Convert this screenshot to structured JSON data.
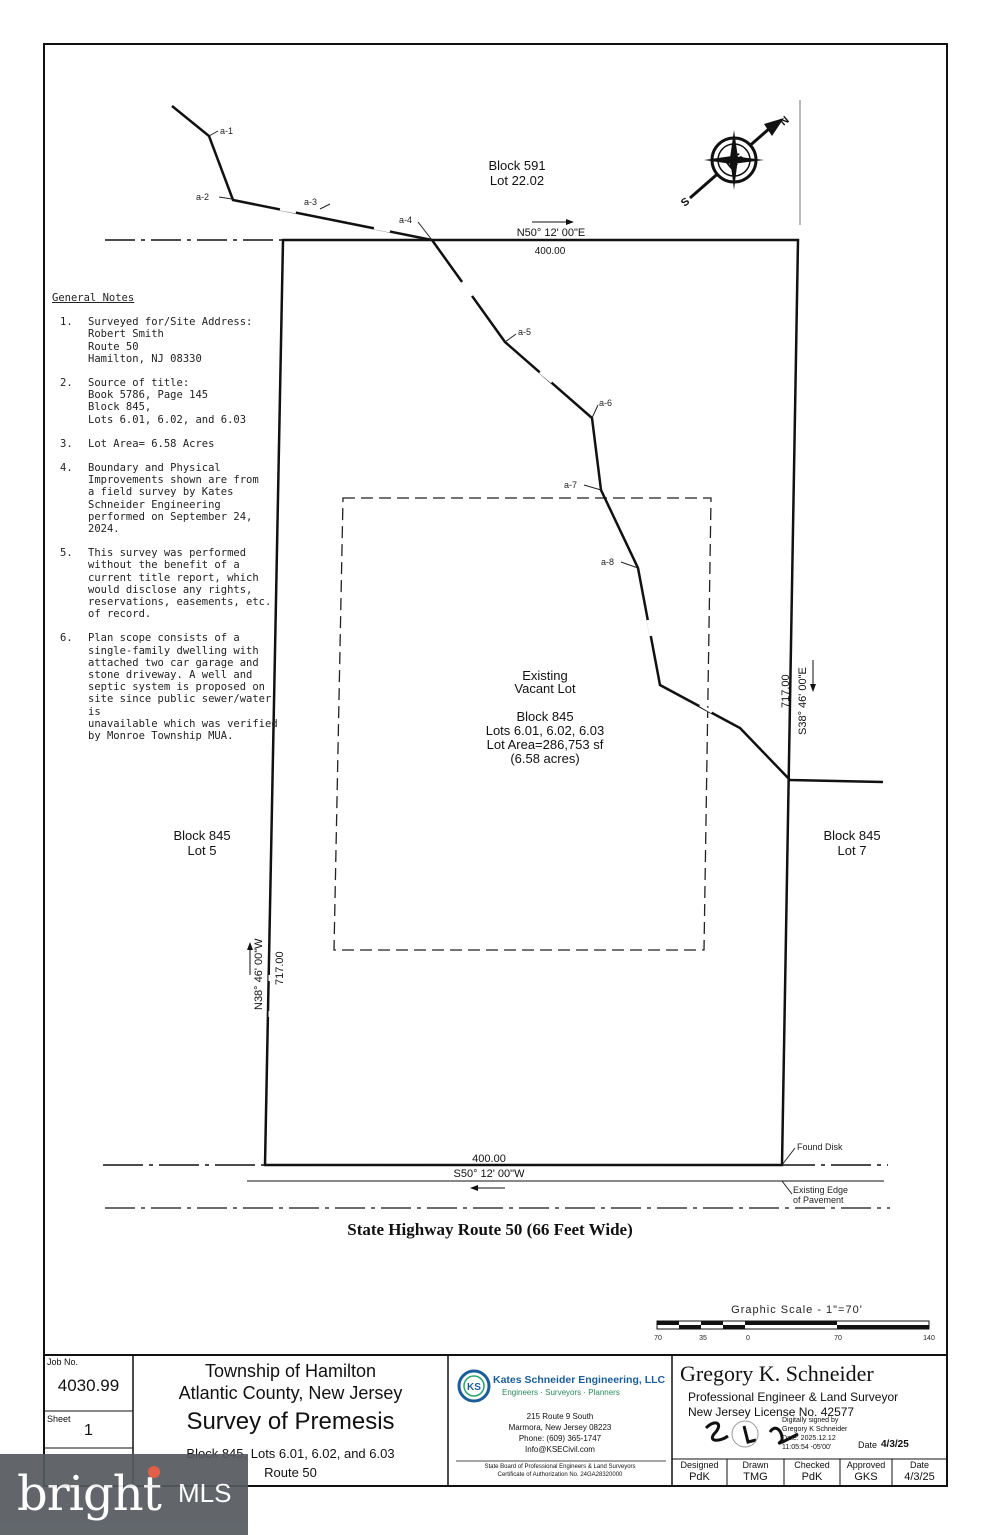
{
  "plan": {
    "block_north": "Block 591",
    "lot_north": "Lot 22.02",
    "bearing_north": "N50° 12' 00\"E",
    "dist_north": "400.00",
    "bearing_south": "S50° 12' 00\"W",
    "dist_south": "400.00",
    "bearing_east": "S38° 46' 00\"E",
    "dist_east": "717.00",
    "bearing_west": "N38° 46' 00\"W",
    "dist_west": "717.00",
    "block_west": "Block 845",
    "lot_west": "Lot 5",
    "block_east": "Block 845",
    "lot_east": "Lot 7",
    "center_line1": "Existing",
    "center_line2": "Vacant Lot",
    "center_line3": "Block 845",
    "center_line4": "Lots 6.01, 6.02, 6.03",
    "center_line5": "Lot Area=286,753 sf",
    "center_line6": "(6.58 acres)",
    "found_disk": "Found Disk",
    "edge_pavement_1": "Existing Edge",
    "edge_pavement_2": "of Pavement",
    "road_label": "State Highway Route 50 (66 Feet Wide)",
    "stream_labels": [
      "a-1",
      "a-2",
      "a-3",
      "a-4",
      "a-5",
      "a-6",
      "a-7",
      "a-8"
    ],
    "north_arrow_letter": "N",
    "south_arrow_letter": "S",
    "compass_logo": "KS",
    "scale_title": "Graphic Scale - 1\"=70'",
    "scale_ticks": [
      "70",
      "35",
      "0",
      "70",
      "140"
    ]
  },
  "notes": {
    "heading": "General Notes",
    "items": [
      {
        "num": "1.",
        "text": "Surveyed for/Site Address:\n    Robert Smith\n    Route 50\n    Hamilton, NJ 08330"
      },
      {
        "num": "2.",
        "text": "Source of title:\n    Book 5786, Page 145\n    Block 845,\n    Lots 6.01, 6.02, and 6.03"
      },
      {
        "num": "3.",
        "text": "Lot Area= 6.58 Acres"
      },
      {
        "num": "4.",
        "text": "Boundary and Physical\nImprovements shown are from\na field survey by Kates\nSchneider Engineering\nperformed on September 24,\n2024."
      },
      {
        "num": "5.",
        "text": "This survey was performed\nwithout the benefit of a\ncurrent title report, which\nwould disclose any rights,\nreservations, easements, etc.\nof record."
      },
      {
        "num": "6.",
        "text": "Plan scope consists of a\nsingle-family dwelling with\nattached two car garage and\nstone driveway. A well and\nseptic system is proposed on\nsite since public sewer/water is\nunavailable which was verified\nby Monroe Township MUA."
      }
    ]
  },
  "titleblock": {
    "job_label": "Job No.",
    "job_no": "4030.99",
    "sheet_label": "Sheet",
    "sheet_no": "1",
    "township": "Township of Hamilton",
    "county": "Atlantic County, New Jersey",
    "survey_title": "Survey of Premesis",
    "lots_line": "Block 845, Lots 6.01, 6.02, and 6.03",
    "route_line": "Route 50",
    "firm_logo": "KS",
    "firm_name": "Kates Schneider Engineering, LLC",
    "firm_tagline": "Engineers · Surveyors · Planners",
    "addr1": "215 Route 9 South",
    "addr2": "Marmora, New Jersey 08223",
    "addr3": "Phone: (609) 365-1747",
    "addr4": "Info@KSECivil.com",
    "board1": "State Board of Professional Engineers & Land Surveyors",
    "board2": "Certificate of Authorization No. 24GA28320000",
    "engineer_name": "Gregory K. Schneider",
    "engineer_title": "Professional Engineer & Land Surveyor",
    "engineer_license": "New Jersey License No. 42577",
    "digsig1": "Digitally signed by",
    "digsig2": "Gregory K Schneider",
    "digsig3": "Date: 2025.12.12",
    "digsig4": "11:05:54 -05'00'",
    "date_label": "Date",
    "date_value": "4/3/25",
    "roles": [
      {
        "label": "Designed",
        "value": "PdK"
      },
      {
        "label": "Drawn",
        "value": "TMG"
      },
      {
        "label": "Checked",
        "value": "PdK"
      },
      {
        "label": "Approved",
        "value": "GKS"
      },
      {
        "label": "Date",
        "value": "4/3/25"
      }
    ]
  },
  "watermark": {
    "word": "bright",
    "suffix": "MLS"
  }
}
